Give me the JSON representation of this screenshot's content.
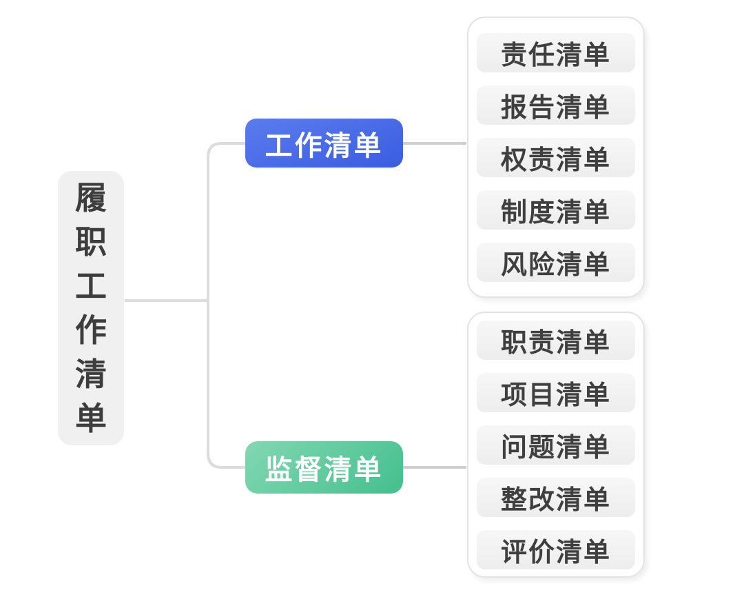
{
  "root": {
    "label": "履职工作清单"
  },
  "branches": [
    {
      "label": "工作清单",
      "color_start": "#5b7cef",
      "color_end": "#3a5ce0",
      "children": [
        "责任清单",
        "报告清单",
        "权责清单",
        "制度清单",
        "风险清单"
      ]
    },
    {
      "label": "监督清单",
      "color_start": "#83d7b2",
      "color_end": "#43bf8e",
      "children": [
        "职责清单",
        "项目清单",
        "问题清单",
        "整改清单",
        "评价清单"
      ]
    }
  ],
  "colors": {
    "background": "#ffffff",
    "connector": "#dcdcdc",
    "root_fill": "#f0f0f1",
    "leaf_fill": "#f1f1f2",
    "text_dark": "#3d3d3d",
    "text_light": "#ffffff"
  }
}
